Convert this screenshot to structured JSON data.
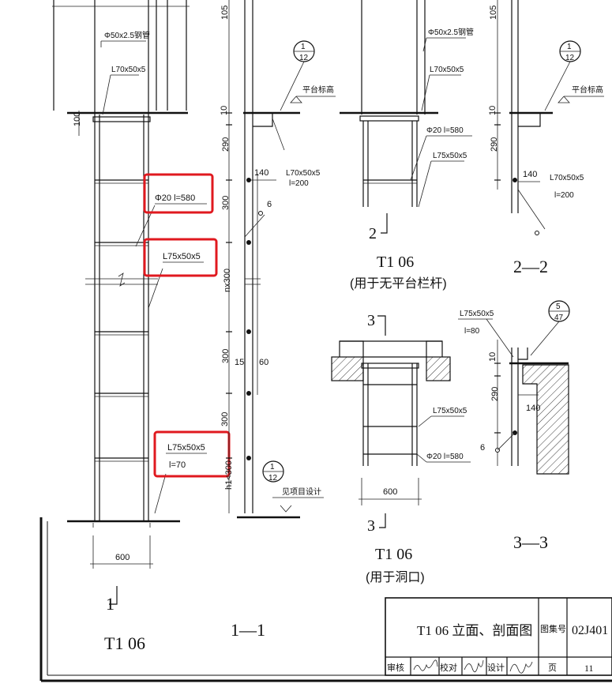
{
  "labels": {
    "steel_pipe_1": "Φ50x2.5钢管",
    "steel_pipe_2": "Φ50x2.5钢管",
    "angle_top_1": "L70x50x5",
    "angle_top_2": "L70x50x5",
    "platform_elev_1": "平台标高",
    "platform_elev_2": "平台标高",
    "bracket_1_a": "L70x50x5",
    "bracket_1_b": "l=200",
    "bracket_2_a": "L70x50x5",
    "bracket_2_b": "l=200",
    "rung_box": "Φ20  l=580",
    "rail_box": "L75x50x5",
    "bottom_box_a": "L75x50x5",
    "bottom_box_b": "l=70",
    "rung_2": "Φ20  l=580",
    "rail_2": "L75x50x5",
    "rail_3": "L75x50x5",
    "rung_3": "Φ20  l=580",
    "detail_3_a": "L75x50x5",
    "detail_3_b": "l=80",
    "see_project": "见项目设计"
  },
  "dims": {
    "d105_a": "105",
    "d105_b": "105",
    "d100": "100",
    "d10_a": "10",
    "d290_a": "290",
    "d140_a": "140",
    "d300_a": "300",
    "nx300": "nx300",
    "d300_b": "300",
    "d300_c": "300",
    "h1": "h1<300",
    "d15": "15",
    "d60": "60",
    "d6_a": "6",
    "d10_b": "10",
    "d290_b": "290",
    "d140_b": "140",
    "d10_c": "10",
    "d290_c": "290",
    "d140_c": "140",
    "d6_b": "6",
    "w600_a": "600",
    "w600_b": "600"
  },
  "callouts": {
    "c1_top": "1",
    "c1_bot": "12",
    "c2_top": "1",
    "c2_bot": "12",
    "c3_top": "1",
    "c3_bot": "12",
    "c4_top": "5",
    "c4_bot": "47"
  },
  "sections": {
    "s1_mark": "1",
    "s1_title": "T1  06",
    "s11": "1—1",
    "s2_mark": "2",
    "s2_title": "T1  06",
    "s2_sub": "(用于无平台栏杆)",
    "s22": "2—2",
    "s3_mark_top": "3",
    "s3_mark_bot": "3",
    "s3_title": "T1  06",
    "s3_sub": "(用于洞口)",
    "s33": "3—3"
  },
  "title_block": {
    "title": "T1  06  立面、剖面图",
    "atlas_label": "图集号",
    "atlas_no": "02J401",
    "review": "审核",
    "check": "校对",
    "design": "设计",
    "page_label": "页",
    "page_no": "11"
  }
}
